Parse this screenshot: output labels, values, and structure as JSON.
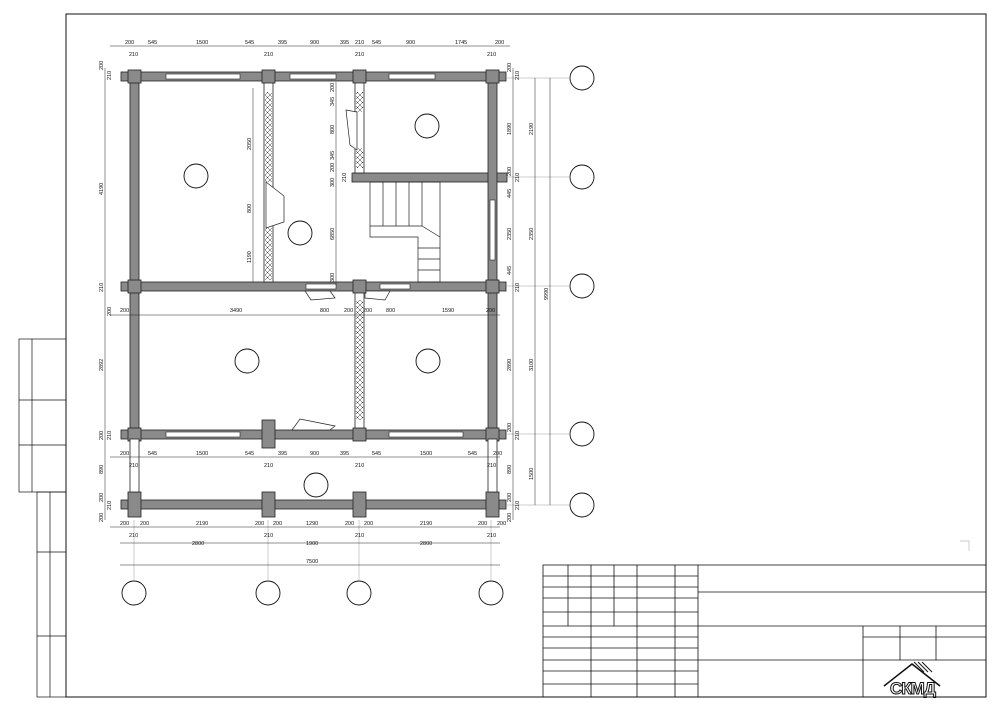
{
  "drawing": {
    "top_dims": [
      "200",
      "545",
      "1500",
      "545",
      "395",
      "900",
      "395",
      "210",
      "545",
      "900",
      "1745",
      "200"
    ],
    "top_dims_sub": [
      "210",
      "210",
      "210",
      "210"
    ],
    "mid_dims_row1": [
      "200",
      "3490",
      "800",
      "200",
      "200",
      "800",
      "1590",
      "200"
    ],
    "mid_dims_row2": [
      "200",
      "545",
      "1500",
      "545",
      "395",
      "900",
      "395",
      "545",
      "1500",
      "545",
      "200"
    ],
    "mid_dims_row2_sub": [
      "210",
      "210",
      "210",
      "210"
    ],
    "bottom_dims_row1": [
      "200",
      "200",
      "2190",
      "200",
      "200",
      "1290",
      "200",
      "200",
      "2190",
      "200",
      "200"
    ],
    "bottom_dims_row1_sub": [
      "210",
      "210",
      "210",
      "210"
    ],
    "bottom_dims_row2": [
      "2800",
      "1900",
      "2800"
    ],
    "bottom_total": "7500",
    "left_dims": [
      "200",
      "210",
      "4190",
      "210",
      "200",
      "2892",
      "200",
      "210",
      "890",
      "200",
      "210",
      "200"
    ],
    "inner_dims_left": [
      "2050",
      "800",
      "1190"
    ],
    "inner_dims_mid": [
      "200",
      "345",
      "800",
      "345",
      "200",
      "300",
      "210",
      "6850",
      "300"
    ],
    "right_dims_col1": [
      "200",
      "210",
      "1890",
      "200",
      "210",
      "445",
      "2350",
      "445",
      "210",
      "2890",
      "200",
      "210",
      "890",
      "200",
      "210",
      "200"
    ],
    "right_dims_col2": [
      "2190",
      "2350",
      "3100",
      "1500"
    ],
    "right_total": "9990"
  },
  "title_block": {
    "logo": "СКМД"
  }
}
